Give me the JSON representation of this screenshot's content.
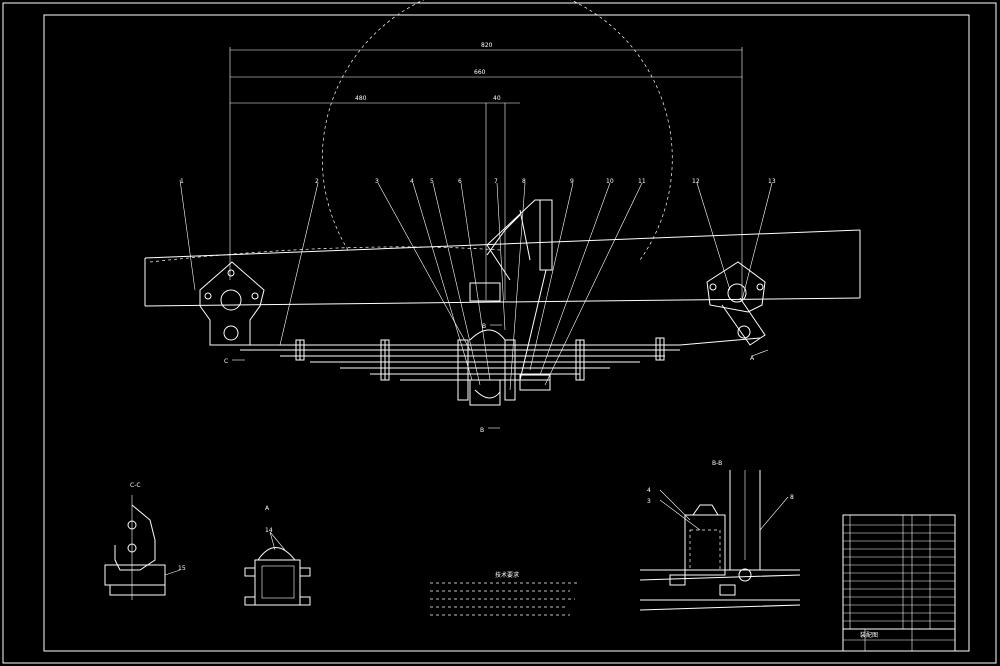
{
  "drawing": {
    "dimensions": {
      "overall": "820",
      "span": "660",
      "half": "480",
      "offset": "40"
    },
    "balloons": [
      "1",
      "2",
      "3",
      "4",
      "5",
      "6",
      "7",
      "8",
      "9",
      "10",
      "11",
      "12",
      "13"
    ],
    "detail_balloons": {
      "c_section": "15",
      "a_section": "14",
      "b_section_1": "4",
      "b_section_2": "3",
      "b_section_3": "8"
    },
    "section_marks": {
      "c": "C",
      "b_top": "B",
      "b_bottom": "B",
      "a": "A"
    },
    "view_titles": {
      "c_view": "C-C",
      "a_view": "A",
      "b_view": "B-B"
    },
    "notes_title": "技术要求",
    "notes": [
      "1. ",
      "2. ",
      "3. ",
      "4. "
    ],
    "title_block": {
      "title": "装配图"
    }
  }
}
